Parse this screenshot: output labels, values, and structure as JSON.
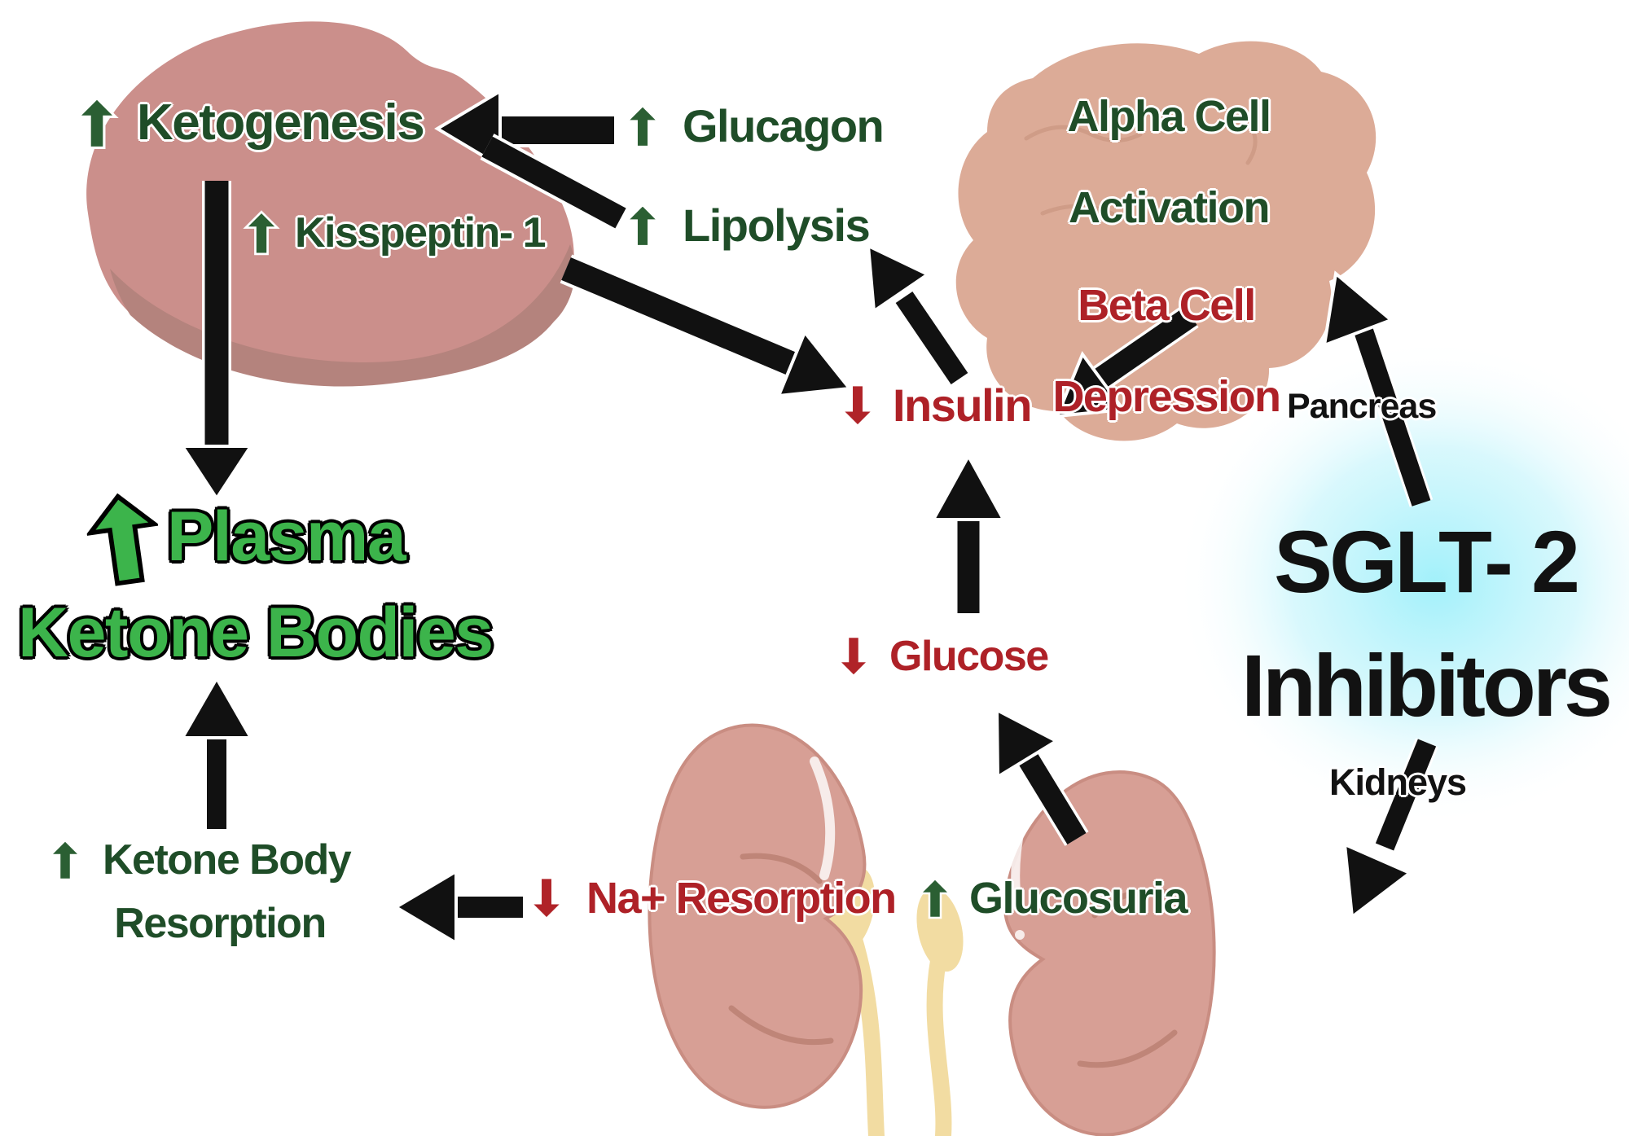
{
  "background": "#ffffff",
  "colors": {
    "dark_green_text": "#1f4d28",
    "bright_green_text": "#3cb44b",
    "red_text": "#ae2127",
    "black_text": "#121212",
    "arrow_black": "#111111",
    "liver_pink": "#cb8f8b",
    "liver_shadow": "#b4837d",
    "pancreas_tan": "#dcab97",
    "kidney_pink": "#d79f95",
    "ureter_yellow": "#f2dca2",
    "glow_cyan": "#98effa"
  },
  "labels": {
    "ketogenesis": "Ketogenesis",
    "kisspeptin": "Kisspeptin- 1",
    "glucagon": "Glucagon",
    "lipolysis": "Lipolysis",
    "alpha_cell_line1": "Alpha Cell",
    "alpha_cell_line2": "Activation",
    "beta_cell_line1": "Beta Cell",
    "beta_cell_line2": "Depression",
    "insulin": "Insulin",
    "glucose": "Glucose",
    "plasma_line1": "Plasma",
    "plasma_line2": "Ketone Bodies",
    "ketone_body_line1": "Ketone Body",
    "ketone_body_line2": "Resorption",
    "na_resorption": "Na+ Resorption",
    "glucosuria": "Glucosuria",
    "pancreas": "Pancreas",
    "kidneys": "Kidneys",
    "sglt_line1": "SGLT- 2",
    "sglt_line2": "Inhibitors"
  },
  "icons": {
    "increase": "up-arrow",
    "decrease": "down-arrow"
  },
  "organs": [
    "liver",
    "pancreas",
    "kidneys"
  ],
  "relations": [
    {
      "from": "Glucagon",
      "to": "Ketogenesis"
    },
    {
      "from": "Lipolysis",
      "to": "Ketogenesis"
    },
    {
      "from": "Alpha Cell Activation",
      "to": "Glucagon"
    },
    {
      "from": "Beta Cell Depression",
      "to": "Insulin"
    },
    {
      "from": "Kisspeptin- 1",
      "to": "Insulin"
    },
    {
      "from": "Insulin",
      "to": "Lipolysis"
    },
    {
      "from": "Glucose",
      "to": "Insulin"
    },
    {
      "from": "Glucosuria",
      "to": "Glucose"
    },
    {
      "from": "Ketogenesis",
      "to": "Plasma Ketone Bodies"
    },
    {
      "from": "Ketone Body Resorption",
      "to": "Plasma Ketone Bodies"
    },
    {
      "from": "Na+ Resorption",
      "to": "Ketone Body Resorption"
    },
    {
      "from": "SGLT- 2 Inhibitors",
      "to": "Pancreas"
    },
    {
      "from": "SGLT- 2 Inhibitors",
      "to": "Kidneys"
    }
  ]
}
